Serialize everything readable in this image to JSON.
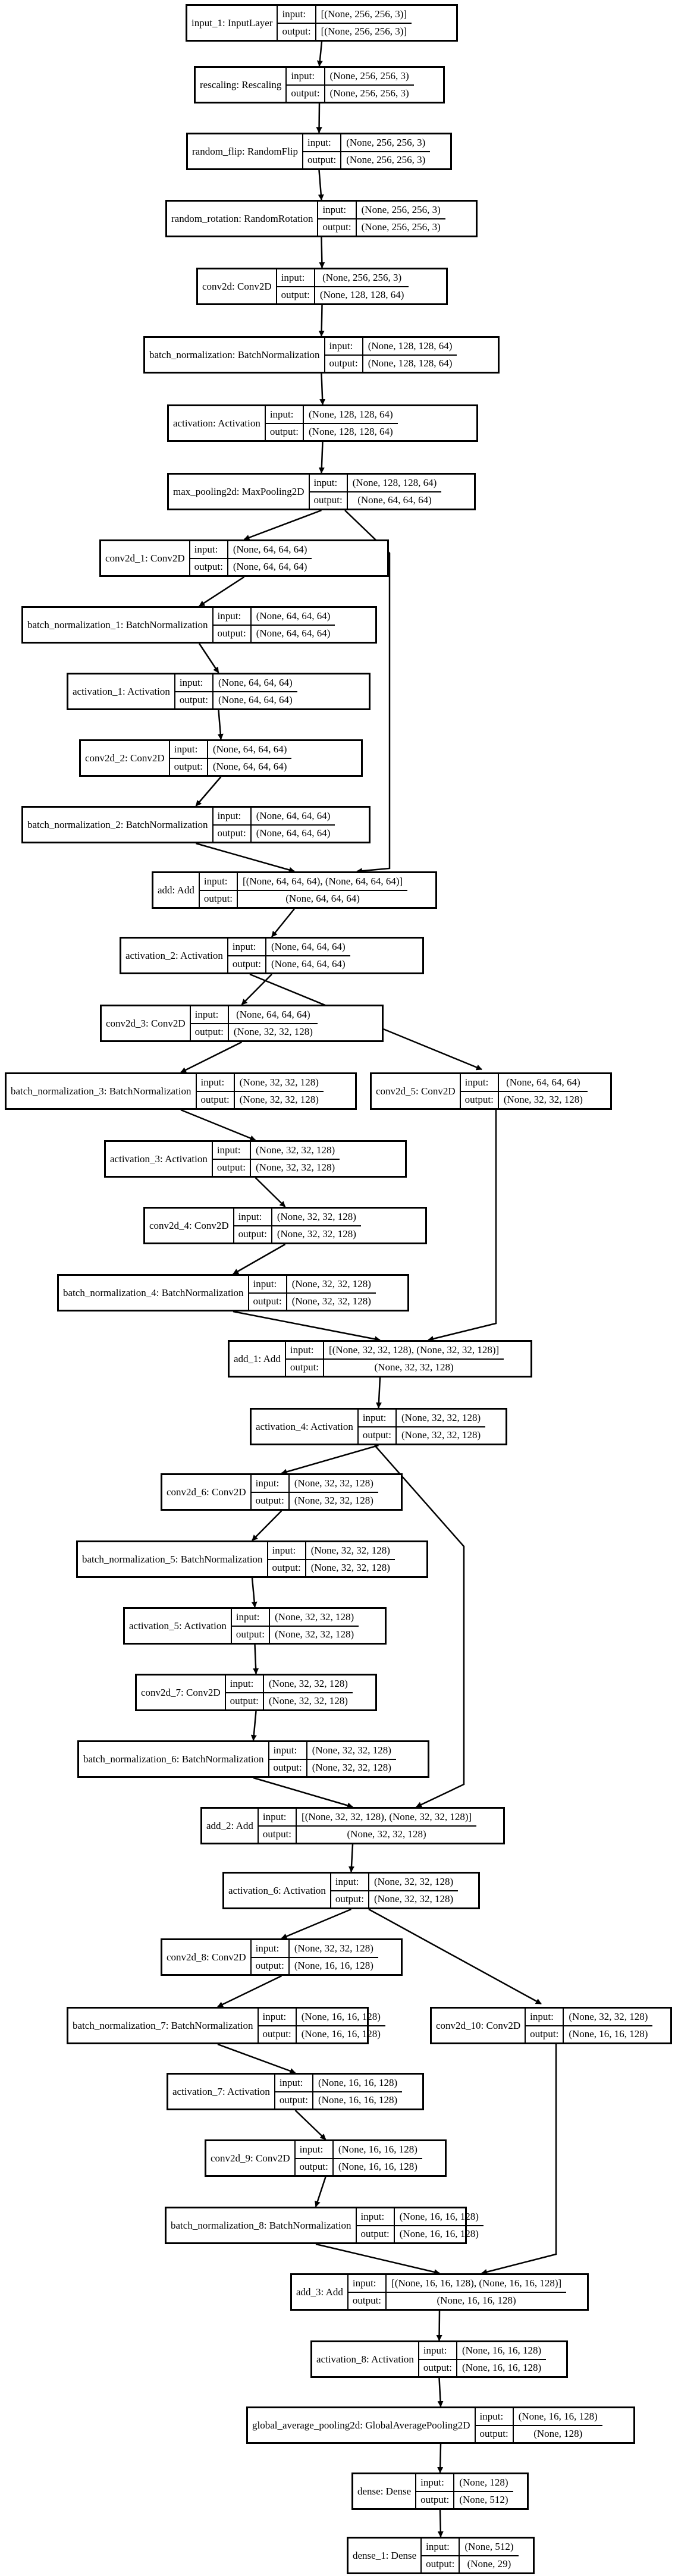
{
  "io_labels": {
    "input": "input:",
    "output": "output:"
  },
  "colors": {
    "line": "#000000",
    "background": "#ffffff"
  },
  "nodes": [
    {
      "id": "input_1",
      "label": "input_1: InputLayer",
      "input": "[(None, 256, 256, 3)]",
      "output": "[(None, 256, 256, 3)]"
    },
    {
      "id": "rescaling",
      "label": "rescaling: Rescaling",
      "input": "(None, 256, 256, 3)",
      "output": "(None, 256, 256, 3)"
    },
    {
      "id": "random_flip",
      "label": "random_flip: RandomFlip",
      "input": "(None, 256, 256, 3)",
      "output": "(None, 256, 256, 3)"
    },
    {
      "id": "random_rotation",
      "label": "random_rotation: RandomRotation",
      "input": "(None, 256, 256, 3)",
      "output": "(None, 256, 256, 3)"
    },
    {
      "id": "conv2d",
      "label": "conv2d: Conv2D",
      "input": "(None, 256, 256, 3)",
      "output": "(None, 128, 128, 64)"
    },
    {
      "id": "batch_normalization",
      "label": "batch_normalization: BatchNormalization",
      "input": "(None, 128, 128, 64)",
      "output": "(None, 128, 128, 64)"
    },
    {
      "id": "activation",
      "label": "activation: Activation",
      "input": "(None, 128, 128, 64)",
      "output": "(None, 128, 128, 64)"
    },
    {
      "id": "max_pooling2d",
      "label": "max_pooling2d: MaxPooling2D",
      "input": "(None, 128, 128, 64)",
      "output": "(None, 64, 64, 64)"
    },
    {
      "id": "conv2d_1",
      "label": "conv2d_1: Conv2D",
      "input": "(None, 64, 64, 64)",
      "output": "(None, 64, 64, 64)"
    },
    {
      "id": "batch_normalization_1",
      "label": "batch_normalization_1: BatchNormalization",
      "input": "(None, 64, 64, 64)",
      "output": "(None, 64, 64, 64)"
    },
    {
      "id": "activation_1",
      "label": "activation_1: Activation",
      "input": "(None, 64, 64, 64)",
      "output": "(None, 64, 64, 64)"
    },
    {
      "id": "conv2d_2",
      "label": "conv2d_2: Conv2D",
      "input": "(None, 64, 64, 64)",
      "output": "(None, 64, 64, 64)"
    },
    {
      "id": "batch_normalization_2",
      "label": "batch_normalization_2: BatchNormalization",
      "input": "(None, 64, 64, 64)",
      "output": "(None, 64, 64, 64)"
    },
    {
      "id": "add",
      "label": "add: Add",
      "input": "[(None, 64, 64, 64), (None, 64, 64, 64)]",
      "output": "(None, 64, 64, 64)"
    },
    {
      "id": "activation_2",
      "label": "activation_2: Activation",
      "input": "(None, 64, 64, 64)",
      "output": "(None, 64, 64, 64)"
    },
    {
      "id": "conv2d_3",
      "label": "conv2d_3: Conv2D",
      "input": "(None, 64, 64, 64)",
      "output": "(None, 32, 32, 128)"
    },
    {
      "id": "batch_normalization_3",
      "label": "batch_normalization_3: BatchNormalization",
      "input": "(None, 32, 32, 128)",
      "output": "(None, 32, 32, 128)"
    },
    {
      "id": "conv2d_5",
      "label": "conv2d_5: Conv2D",
      "input": "(None, 64, 64, 64)",
      "output": "(None, 32, 32, 128)"
    },
    {
      "id": "activation_3",
      "label": "activation_3: Activation",
      "input": "(None, 32, 32, 128)",
      "output": "(None, 32, 32, 128)"
    },
    {
      "id": "conv2d_4",
      "label": "conv2d_4: Conv2D",
      "input": "(None, 32, 32, 128)",
      "output": "(None, 32, 32, 128)"
    },
    {
      "id": "batch_normalization_4",
      "label": "batch_normalization_4: BatchNormalization",
      "input": "(None, 32, 32, 128)",
      "output": "(None, 32, 32, 128)"
    },
    {
      "id": "add_1",
      "label": "add_1: Add",
      "input": "[(None, 32, 32, 128), (None, 32, 32, 128)]",
      "output": "(None, 32, 32, 128)"
    },
    {
      "id": "activation_4",
      "label": "activation_4: Activation",
      "input": "(None, 32, 32, 128)",
      "output": "(None, 32, 32, 128)"
    },
    {
      "id": "conv2d_6",
      "label": "conv2d_6: Conv2D",
      "input": "(None, 32, 32, 128)",
      "output": "(None, 32, 32, 128)"
    },
    {
      "id": "batch_normalization_5",
      "label": "batch_normalization_5: BatchNormalization",
      "input": "(None, 32, 32, 128)",
      "output": "(None, 32, 32, 128)"
    },
    {
      "id": "activation_5",
      "label": "activation_5: Activation",
      "input": "(None, 32, 32, 128)",
      "output": "(None, 32, 32, 128)"
    },
    {
      "id": "conv2d_7",
      "label": "conv2d_7: Conv2D",
      "input": "(None, 32, 32, 128)",
      "output": "(None, 32, 32, 128)"
    },
    {
      "id": "batch_normalization_6",
      "label": "batch_normalization_6: BatchNormalization",
      "input": "(None, 32, 32, 128)",
      "output": "(None, 32, 32, 128)"
    },
    {
      "id": "add_2",
      "label": "add_2: Add",
      "input": "[(None, 32, 32, 128), (None, 32, 32, 128)]",
      "output": "(None, 32, 32, 128)"
    },
    {
      "id": "activation_6",
      "label": "activation_6: Activation",
      "input": "(None, 32, 32, 128)",
      "output": "(None, 32, 32, 128)"
    },
    {
      "id": "conv2d_8",
      "label": "conv2d_8: Conv2D",
      "input": "(None, 32, 32, 128)",
      "output": "(None, 16, 16, 128)"
    },
    {
      "id": "batch_normalization_7",
      "label": "batch_normalization_7: BatchNormalization",
      "input": "(None, 16, 16, 128)",
      "output": "(None, 16, 16, 128)"
    },
    {
      "id": "conv2d_10",
      "label": "conv2d_10: Conv2D",
      "input": "(None, 32, 32, 128)",
      "output": "(None, 16, 16, 128)"
    },
    {
      "id": "activation_7",
      "label": "activation_7: Activation",
      "input": "(None, 16, 16, 128)",
      "output": "(None, 16, 16, 128)"
    },
    {
      "id": "conv2d_9",
      "label": "conv2d_9: Conv2D",
      "input": "(None, 16, 16, 128)",
      "output": "(None, 16, 16, 128)"
    },
    {
      "id": "batch_normalization_8",
      "label": "batch_normalization_8: BatchNormalization",
      "input": "(None, 16, 16, 128)",
      "output": "(None, 16, 16, 128)"
    },
    {
      "id": "add_3",
      "label": "add_3: Add",
      "input": "[(None, 16, 16, 128), (None, 16, 16, 128)]",
      "output": "(None, 16, 16, 128)"
    },
    {
      "id": "activation_8",
      "label": "activation_8: Activation",
      "input": "(None, 16, 16, 128)",
      "output": "(None, 16, 16, 128)"
    },
    {
      "id": "global_average_pooling2d",
      "label": "global_average_pooling2d: GlobalAveragePooling2D",
      "input": "(None, 16, 16, 128)",
      "output": "(None, 128)"
    },
    {
      "id": "dense",
      "label": "dense: Dense",
      "input": "(None, 128)",
      "output": "(None, 512)"
    },
    {
      "id": "dense_1",
      "label": "dense_1: Dense",
      "input": "(None, 512)",
      "output": "(None, 29)"
    }
  ],
  "edges": [
    [
      "input_1",
      "rescaling"
    ],
    [
      "rescaling",
      "random_flip"
    ],
    [
      "random_flip",
      "random_rotation"
    ],
    [
      "random_rotation",
      "conv2d"
    ],
    [
      "conv2d",
      "batch_normalization"
    ],
    [
      "batch_normalization",
      "activation"
    ],
    [
      "activation",
      "max_pooling2d"
    ],
    [
      "max_pooling2d",
      "conv2d_1"
    ],
    [
      "max_pooling2d",
      "add"
    ],
    [
      "conv2d_1",
      "batch_normalization_1"
    ],
    [
      "batch_normalization_1",
      "activation_1"
    ],
    [
      "activation_1",
      "conv2d_2"
    ],
    [
      "conv2d_2",
      "batch_normalization_2"
    ],
    [
      "batch_normalization_2",
      "add"
    ],
    [
      "add",
      "activation_2"
    ],
    [
      "activation_2",
      "conv2d_3"
    ],
    [
      "activation_2",
      "conv2d_5"
    ],
    [
      "conv2d_3",
      "batch_normalization_3"
    ],
    [
      "batch_normalization_3",
      "activation_3"
    ],
    [
      "activation_3",
      "conv2d_4"
    ],
    [
      "conv2d_4",
      "batch_normalization_4"
    ],
    [
      "batch_normalization_4",
      "add_1"
    ],
    [
      "conv2d_5",
      "add_1"
    ],
    [
      "add_1",
      "activation_4"
    ],
    [
      "activation_4",
      "conv2d_6"
    ],
    [
      "activation_4",
      "add_2"
    ],
    [
      "conv2d_6",
      "batch_normalization_5"
    ],
    [
      "batch_normalization_5",
      "activation_5"
    ],
    [
      "activation_5",
      "conv2d_7"
    ],
    [
      "conv2d_7",
      "batch_normalization_6"
    ],
    [
      "batch_normalization_6",
      "add_2"
    ],
    [
      "add_2",
      "activation_6"
    ],
    [
      "activation_6",
      "conv2d_8"
    ],
    [
      "activation_6",
      "conv2d_10"
    ],
    [
      "conv2d_8",
      "batch_normalization_7"
    ],
    [
      "batch_normalization_7",
      "activation_7"
    ],
    [
      "activation_7",
      "conv2d_9"
    ],
    [
      "conv2d_9",
      "batch_normalization_8"
    ],
    [
      "batch_normalization_8",
      "add_3"
    ],
    [
      "conv2d_10",
      "add_3"
    ],
    [
      "add_3",
      "activation_8"
    ],
    [
      "activation_8",
      "global_average_pooling2d"
    ],
    [
      "global_average_pooling2d",
      "dense"
    ],
    [
      "dense",
      "dense_1"
    ]
  ]
}
